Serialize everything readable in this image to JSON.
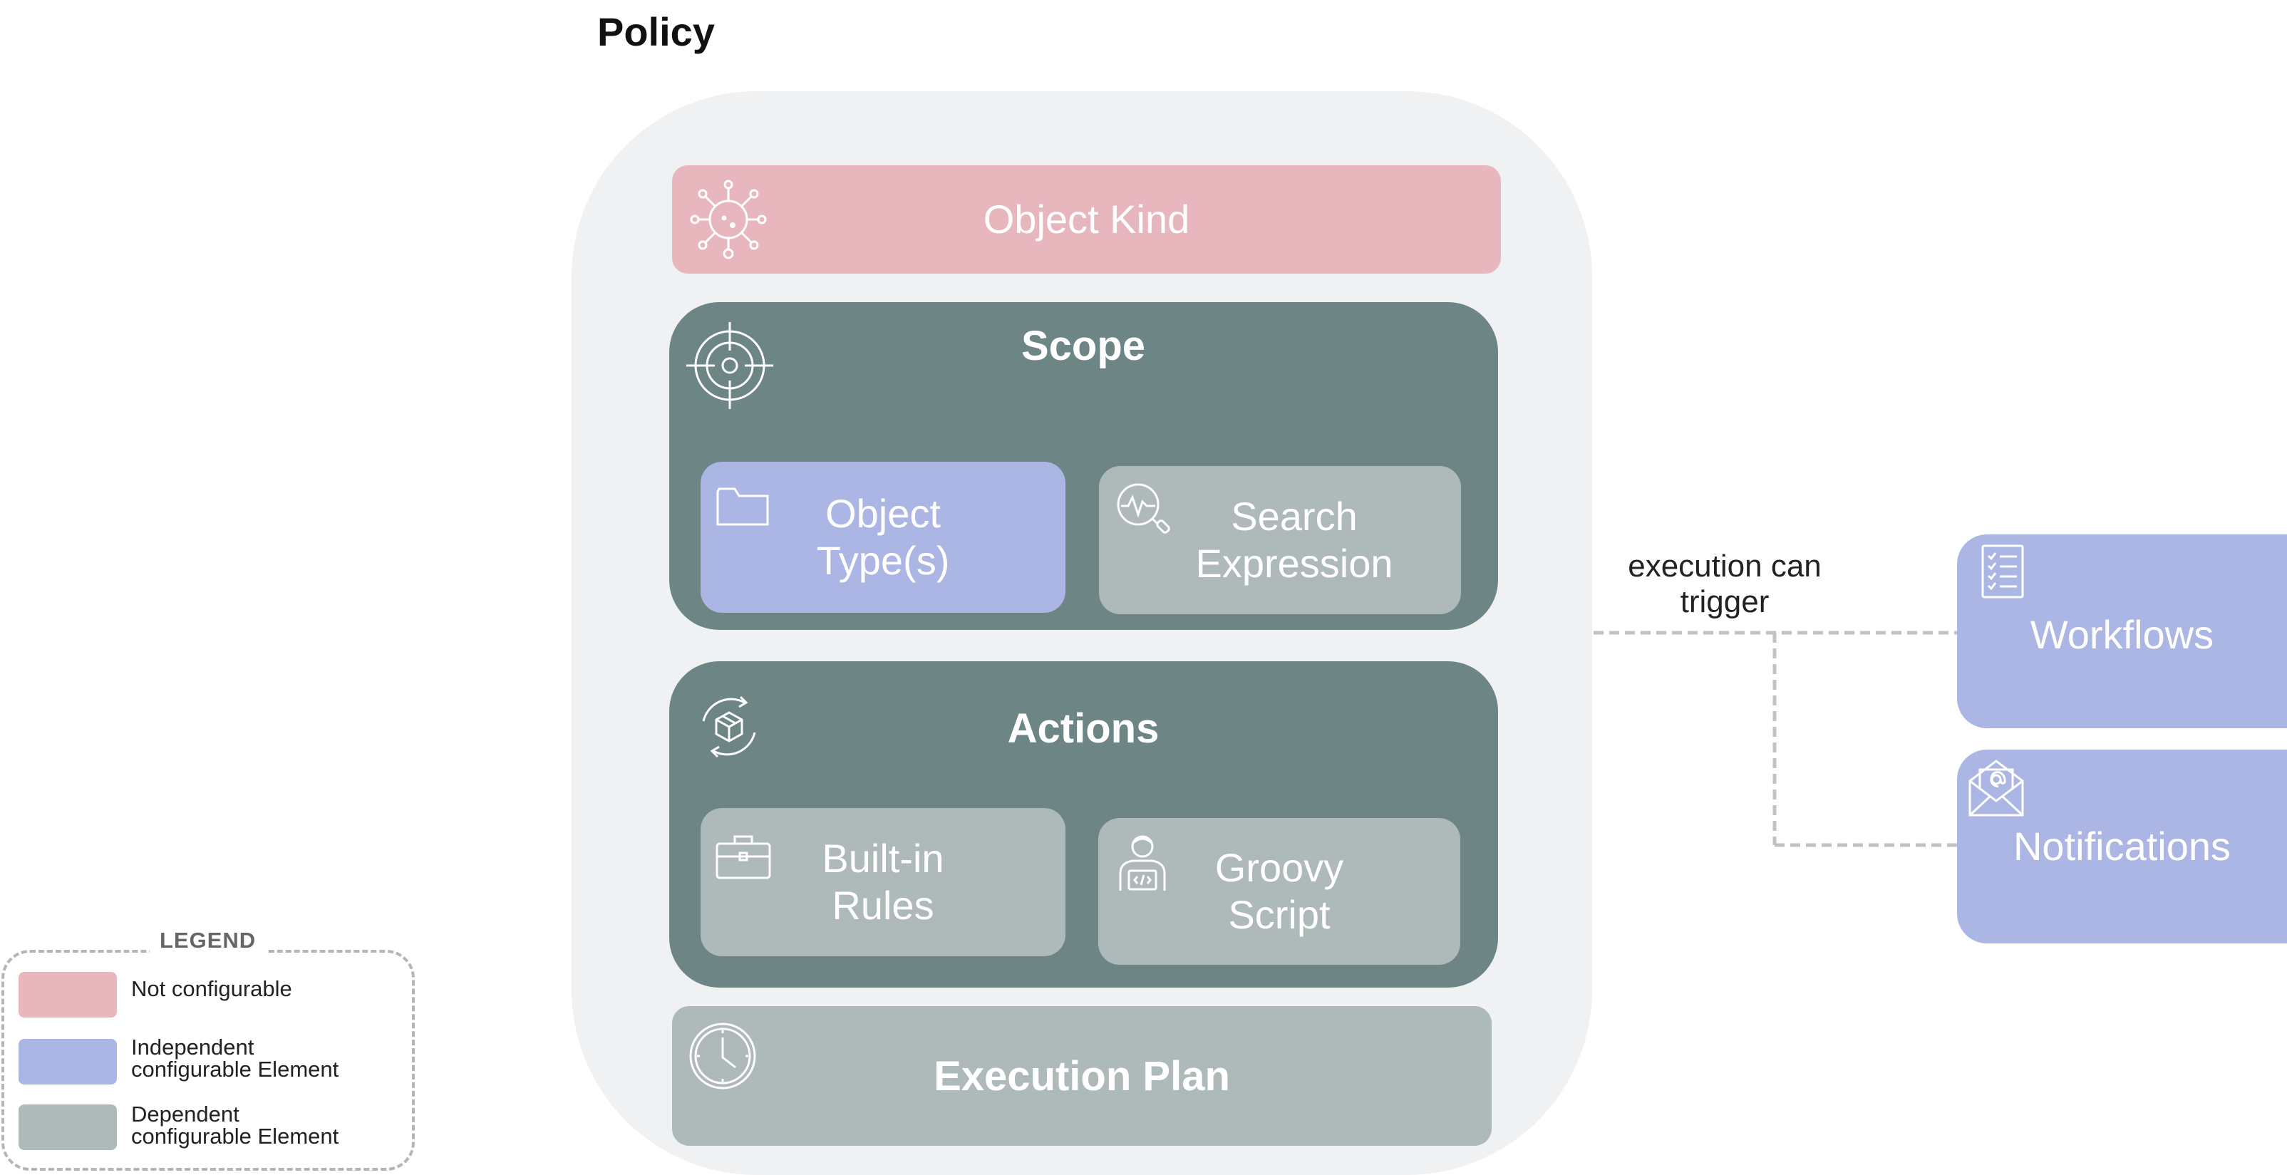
{
  "title": "Policy",
  "object_kind": {
    "label": "Object Kind",
    "icon": "virus-network-icon"
  },
  "scope": {
    "title": "Scope",
    "icon": "target-icon",
    "object_types": {
      "label_line1": "Object",
      "label_line2": "Type(s)",
      "icon": "folder-icon"
    },
    "search_expression": {
      "label_line1": "Search",
      "label_line2": "Expression",
      "icon": "search-pulse-icon"
    }
  },
  "actions": {
    "title": "Actions",
    "icon": "package-cycle-icon",
    "built_in_rules": {
      "label_line1": "Built-in",
      "label_line2": "Rules",
      "icon": "briefcase-icon"
    },
    "groovy_script": {
      "label_line1": "Groovy",
      "label_line2": "Script",
      "icon": "developer-icon"
    }
  },
  "execution_plan": {
    "label": "Execution Plan",
    "icon": "clock-icon"
  },
  "connector": {
    "label_line1": "execution can",
    "label_line2": "trigger"
  },
  "workflows": {
    "label": "Workflows",
    "icon": "checklist-icon"
  },
  "notifications": {
    "label": "Notifications",
    "icon": "email-icon"
  },
  "legend": {
    "title": "LEGEND",
    "items": [
      {
        "line1": "Not configurable",
        "line2": "",
        "color": "#e8b7be"
      },
      {
        "line1": "Independent",
        "line2": "configurable Element",
        "color": "#abb6e4"
      },
      {
        "line1": "Dependent",
        "line2": "configurable Element",
        "color": "#adbab9"
      }
    ]
  },
  "colors": {
    "not_configurable": "#e8b7be",
    "independent": "#abb6e4",
    "dependent": "#adbab9",
    "container_dark": "#6d8585",
    "policy_background": "#f0f1f2"
  }
}
